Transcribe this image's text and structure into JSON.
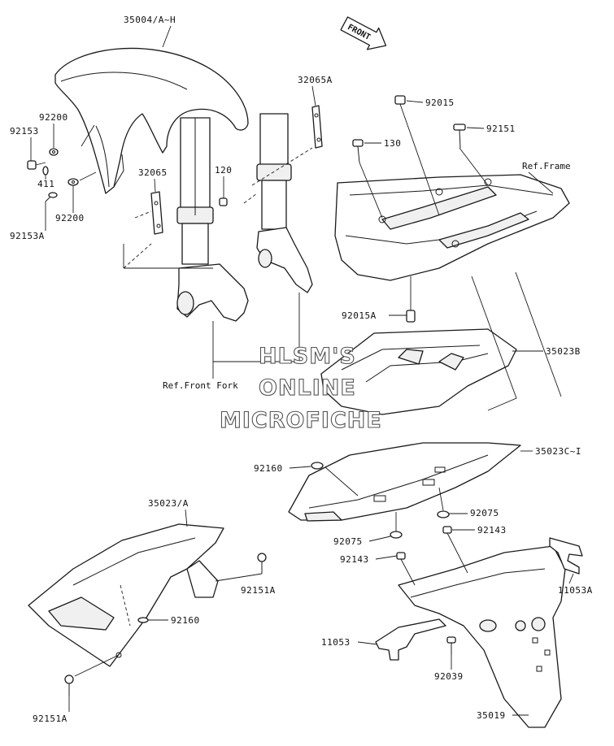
{
  "diagram": {
    "front_arrow_label": "FRONT",
    "watermark": [
      "HLSM'S",
      "ONLINE",
      "MICROFICHE"
    ],
    "references": {
      "ref_frame": "Ref.Frame",
      "ref_front_fork": "Ref.Front Fork"
    },
    "parts": {
      "p35004": "35004/A~H",
      "p32065A": "32065A",
      "p92015": "92015",
      "p92151_top": "92151",
      "p130": "130",
      "p92200_top": "92200",
      "p92153": "92153",
      "p411": "411",
      "p92200_bottom": "92200",
      "p92153A": "92153A",
      "p32065": "32065",
      "p120": "120",
      "p92015A": "92015A",
      "p35023B": "35023B",
      "p92160_mid": "92160",
      "p35023C": "35023C~I",
      "p35023A": "35023/A",
      "p92075_right": "92075",
      "p92075_left": "92075",
      "p92143_right": "92143",
      "p92143_left": "92143",
      "p92151A_mid": "92151A",
      "p11053A": "11053A",
      "p92160_low": "92160",
      "p11053": "11053",
      "p92039": "92039",
      "p35019": "35019",
      "p92151A_low": "92151A"
    }
  }
}
